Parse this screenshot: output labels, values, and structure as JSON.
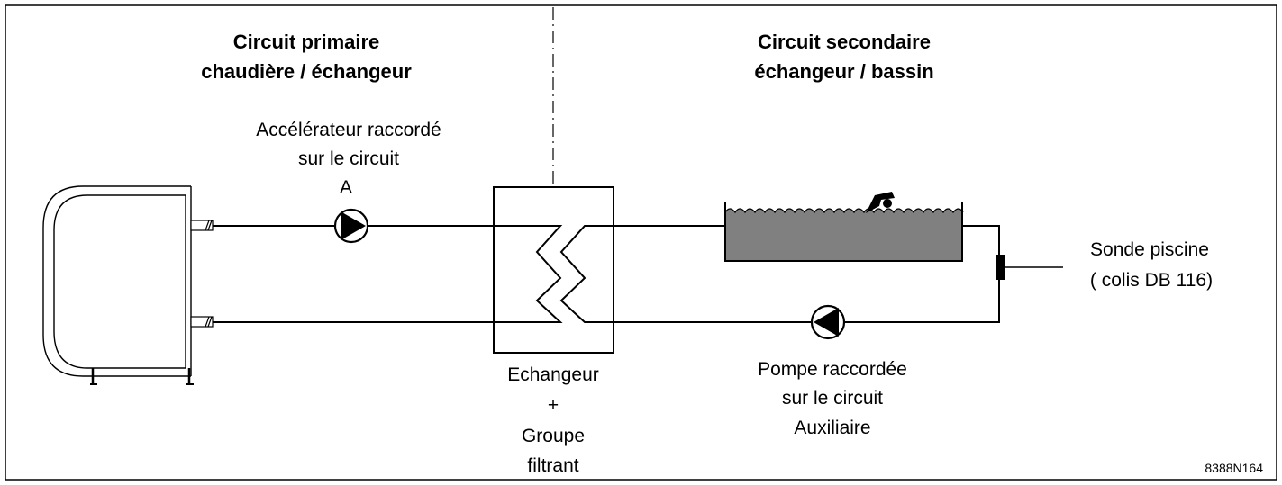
{
  "primary": {
    "title_line1": "Circuit primaire",
    "title_line2": "chaudière / échangeur"
  },
  "secondary": {
    "title_line1": "Circuit secondaire",
    "title_line2": "échangeur / bassin"
  },
  "accelerator": {
    "line1": "Accélérateur raccordé",
    "line2": "sur le circuit",
    "line3": "A"
  },
  "exchanger": {
    "line1": "Echangeur",
    "line2": "+",
    "line3": "Groupe",
    "line4": "filtrant"
  },
  "pump": {
    "line1": "Pompe raccordée",
    "line2": "sur le circuit",
    "line3": "Auxiliaire"
  },
  "sensor": {
    "line1": "Sonde piscine",
    "line2": "( colis DB 116)"
  },
  "reference": "8388N164",
  "colors": {
    "line": "#000000",
    "water": "#808080",
    "background": "#ffffff"
  }
}
